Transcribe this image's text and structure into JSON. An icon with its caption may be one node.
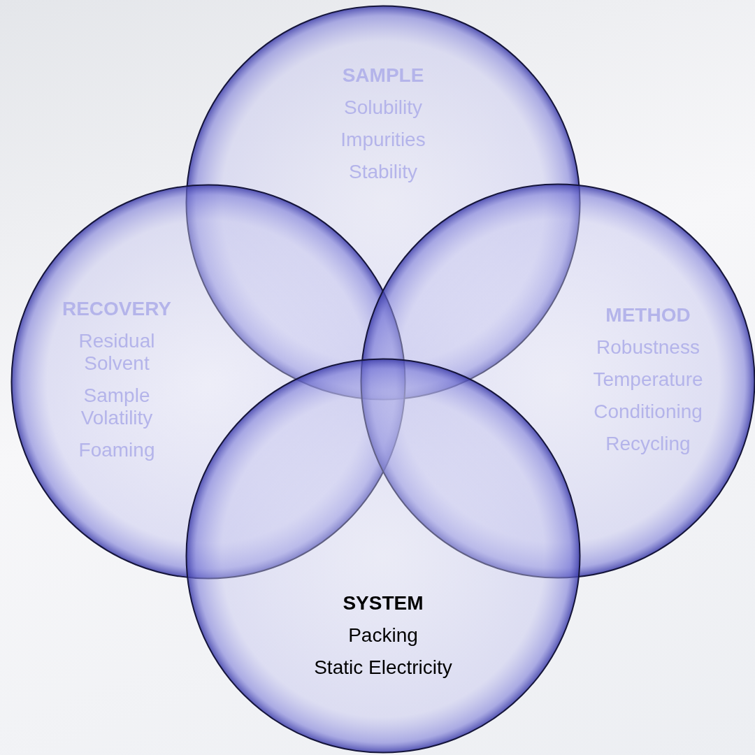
{
  "diagram": {
    "nodes": [
      {
        "text": [
          "SAMPLE",
          "Solubility",
          "Impurities",
          "Stability"
        ]
      },
      {
        "text": [
          "RECOVERY",
          "Residual Solvent",
          "Sample Volatility",
          "Foaming"
        ]
      },
      {
        "text": [
          "METHOD",
          "Robustness",
          "Temperature",
          "Conditioning",
          "Recycling"
        ]
      },
      {
        "text": [
          "SYSTEM",
          "Packing",
          "Static Electricity"
        ]
      }
    ]
  }
}
